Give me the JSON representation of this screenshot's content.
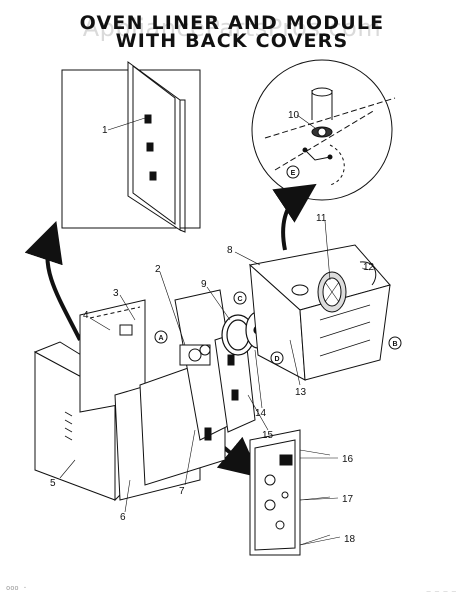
{
  "title_lines": [
    "OVEN LINER AND MODULE",
    "WITH BACK COVERS"
  ],
  "watermark": "AppliancePartsPros.com",
  "part_labels": [
    "1",
    "2",
    "3",
    "4",
    "5",
    "6",
    "7",
    "8",
    "9",
    "10",
    "11",
    "12",
    "13",
    "14",
    "15",
    "16",
    "17",
    "18"
  ],
  "callouts": [
    "A",
    "B",
    "C",
    "D",
    "E"
  ],
  "footer": {
    "left": "ooo ·",
    "right": "_ _ _ _"
  }
}
